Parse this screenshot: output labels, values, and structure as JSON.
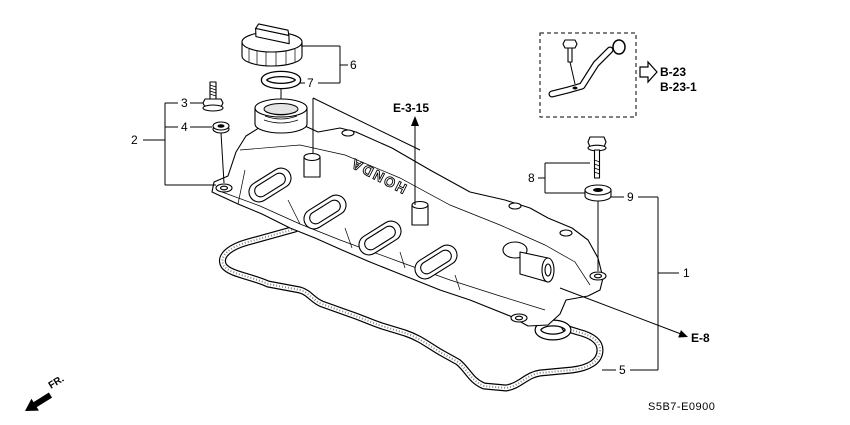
{
  "callouts": {
    "1": "1",
    "2": "2",
    "3": "3",
    "4": "4",
    "5": "5",
    "6": "6",
    "7": "7",
    "8": "8",
    "9": "9"
  },
  "references": {
    "e3_15": "E-3-15",
    "b23": "B-23",
    "b23_1": "B-23-1",
    "e8": "E-8"
  },
  "front_marker": "FR.",
  "emboss": "HONDA",
  "diagram_code": "S5B7-E0900",
  "icons": {
    "front_arrow": "arrow-down-left-icon",
    "reference_arrow": "hollow-arrow-right-icon"
  },
  "colors": {
    "line": "#000000",
    "background": "#ffffff"
  }
}
